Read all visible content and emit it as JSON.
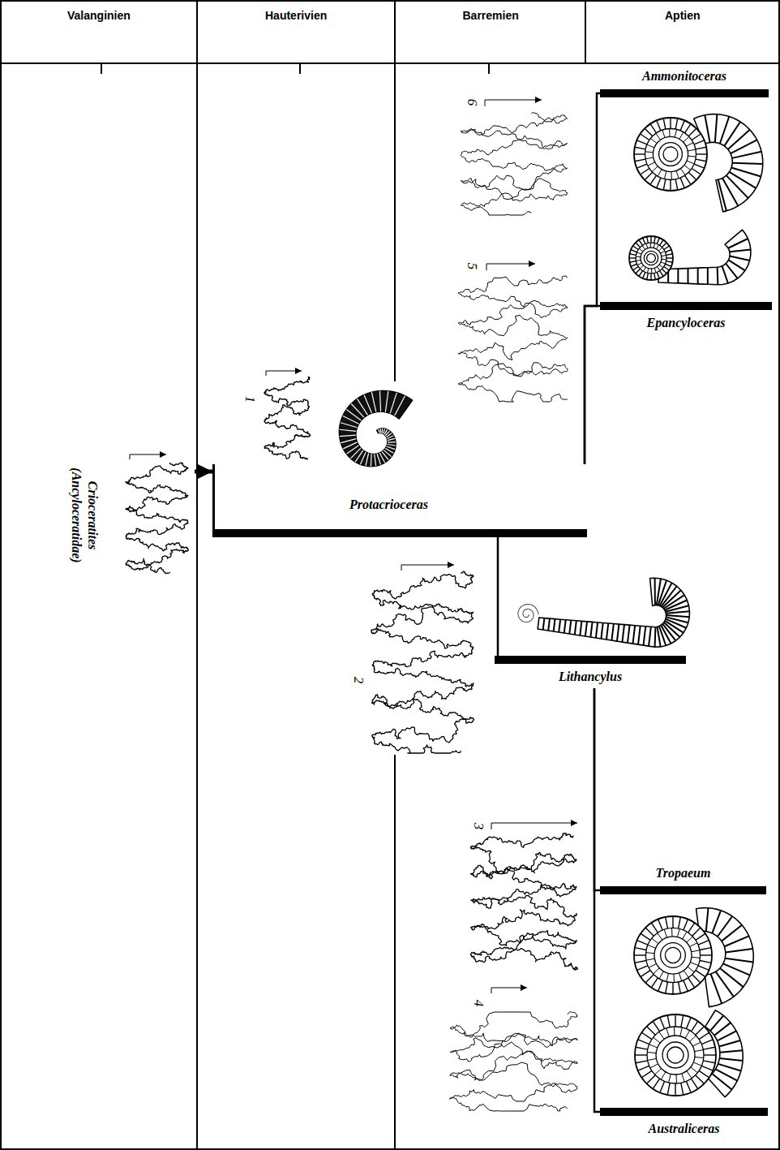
{
  "diagram": {
    "nodes": [
      {
        "text": [
          "Ammonitoceras"
        ]
      },
      {
        "text": [
          "Epancyloceras"
        ]
      },
      {
        "text": [
          "Crioceratites",
          "(Ancyloceratidae)"
        ]
      },
      {
        "text": [
          "Protacrioceras"
        ]
      },
      {
        "text": [
          "Lithancylus"
        ]
      },
      {
        "text": [
          "Tropaeum"
        ]
      },
      {
        "text": [
          "Australiceras"
        ]
      }
    ],
    "edges": [
      {
        "from": 2,
        "to": 3,
        "arrow": "to"
      },
      {
        "from": 3,
        "to": 0,
        "arrow": "none"
      },
      {
        "from": 3,
        "to": 1,
        "arrow": "none"
      },
      {
        "from": 3,
        "to": 4,
        "arrow": "none"
      },
      {
        "from": 4,
        "to": 5,
        "arrow": "none"
      },
      {
        "from": 4,
        "to": 6,
        "arrow": "none"
      }
    ],
    "labels": [
      "Valanginien",
      "Hauterivien",
      "Barremien",
      "Aptien",
      "1",
      "2",
      "3",
      "4",
      "5",
      "6"
    ]
  }
}
